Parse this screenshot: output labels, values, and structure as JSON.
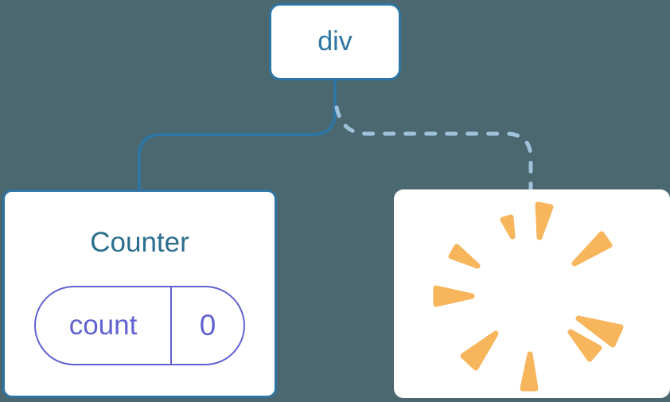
{
  "diagram": {
    "root_node": {
      "label": "div"
    },
    "counter_node": {
      "title": "Counter",
      "state": {
        "key": "count",
        "value": "0"
      }
    },
    "removed_node": {
      "icon": "poof-burst-icon",
      "meaning": "component removed (poof)"
    },
    "edges": [
      {
        "from": "div",
        "to": "Counter",
        "style": "solid"
      },
      {
        "from": "div",
        "to": "removed",
        "style": "dashed"
      }
    ]
  },
  "colors": {
    "background": "#4B6770",
    "node_border": "#2E75A3",
    "node_text": "#2E75A3",
    "counter_title": "#2C6E8E",
    "state_accent": "#6161D1",
    "dashed_line": "#9FC2DC",
    "burst": "#F7B55C",
    "card_bg": "#FFFFFF"
  }
}
